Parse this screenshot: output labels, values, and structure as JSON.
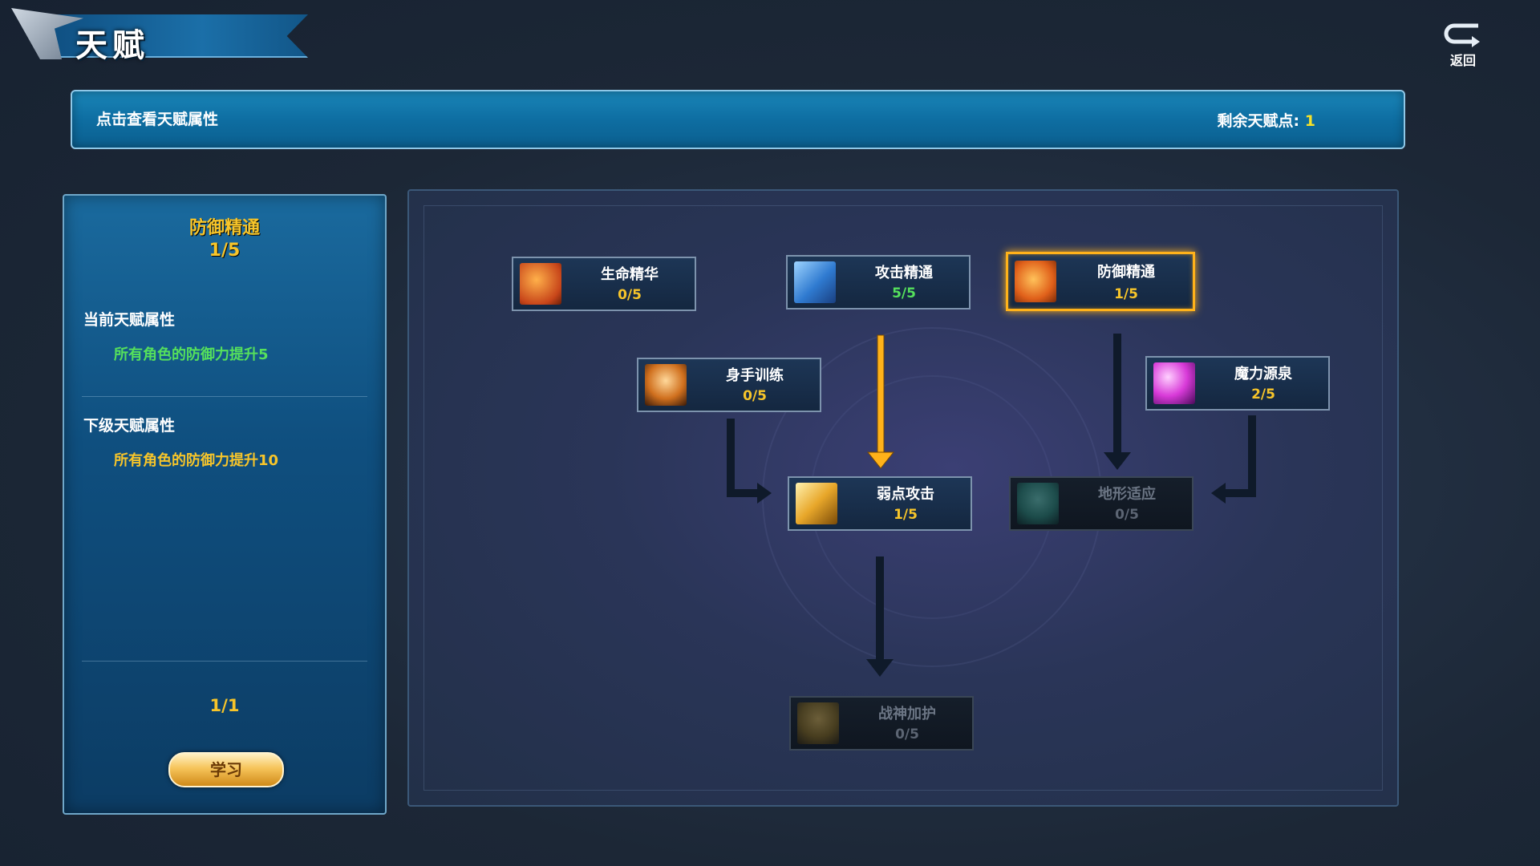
{
  "header": {
    "title": "天赋"
  },
  "return_button": {
    "label": "返回"
  },
  "info_bar": {
    "hint": "点击查看天赋属性",
    "points_label": "剩余天赋点: ",
    "points_value": "1"
  },
  "detail": {
    "name": "防御精通",
    "level": "1/5",
    "current_title": "当前天赋属性",
    "current_text": "所有角色的防御力提升5",
    "next_title": "下级天赋属性",
    "next_text": "所有角色的防御力提升10",
    "count": "1/1",
    "learn_label": "学习"
  },
  "talents": [
    {
      "name": "生命精华",
      "level": "0/5",
      "state": "available",
      "icon": "life-essence-icon",
      "color": "#e06a1e"
    },
    {
      "name": "攻击精通",
      "level": "5/5",
      "state": "maxed",
      "icon": "attack-mastery-icon",
      "color": "#3a8fe0"
    },
    {
      "name": "防御精通",
      "level": "1/5",
      "state": "selected",
      "icon": "defense-mastery-icon",
      "color": "#e8731c"
    },
    {
      "name": "身手训练",
      "level": "0/5",
      "state": "available",
      "icon": "agility-training-icon",
      "color": "#d8732a"
    },
    {
      "name": "魔力源泉",
      "level": "2/5",
      "state": "available",
      "icon": "mana-spring-icon",
      "color": "#d43ad8"
    },
    {
      "name": "弱点攻击",
      "level": "1/5",
      "state": "available",
      "icon": "weakness-strike-icon",
      "color": "#e8a72a"
    },
    {
      "name": "地形适应",
      "level": "0/5",
      "state": "locked",
      "icon": "terrain-adapt-icon",
      "color": "#2a8a7a"
    },
    {
      "name": "战神加护",
      "level": "0/5",
      "state": "locked",
      "icon": "war-god-blessing-icon",
      "color": "#8a6a1a"
    }
  ],
  "colors": {
    "accent_gold": "#f7c52a",
    "value_green": "#55e05c",
    "selected_border": "#ffb21a",
    "active_arrow": "#ffb21a",
    "inactive_arrow": "#0f1a2a"
  }
}
